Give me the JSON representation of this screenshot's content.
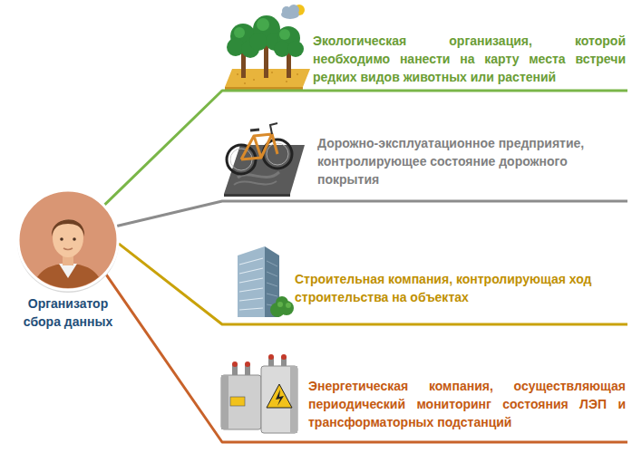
{
  "diagram": {
    "nodes": [
      {
        "text": [
          "Организатор сбора данных"
        ]
      },
      {
        "text": [
          "Экологическая организация, которой необходимо нанести на карту места встречи редких видов животных или растений"
        ]
      },
      {
        "text": [
          "Дорожно-эксплуатационное предприятие, контролирующее состояние дорожного покрытия"
        ]
      },
      {
        "text": [
          "Строительная компания, контролирующая ход строительства на объектах"
        ]
      },
      {
        "text": [
          "Энергетическая компания, осуществляющая периодический мониторинг состояния ЛЭП и трансформаторных подстанций"
        ]
      }
    ],
    "edges": [
      {
        "from": 0,
        "to": 1,
        "arrow": "none"
      },
      {
        "from": 0,
        "to": 2,
        "arrow": "none"
      },
      {
        "from": 0,
        "to": 3,
        "arrow": "none"
      },
      {
        "from": 0,
        "to": 4,
        "arrow": "none"
      }
    ]
  }
}
